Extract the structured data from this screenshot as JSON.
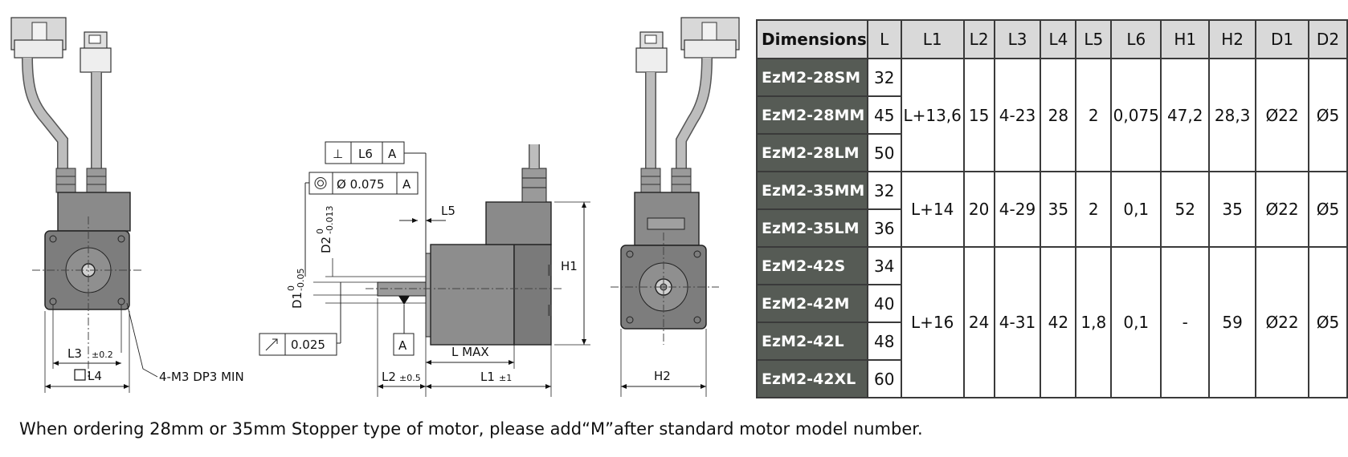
{
  "drawing": {
    "left_labels": {
      "l3": "L3",
      "l3_tol": "±0.2",
      "l4": "L4",
      "screw_note": "4-M3 DP3 MIN"
    },
    "side_labels": {
      "perp_symbol": "⊥",
      "perp_ref": "L6",
      "perp_datum": "A",
      "conc_value": "Ø 0.075",
      "conc_datum": "A",
      "l5": "L5",
      "d2": "D2",
      "d2_upper": "0",
      "d2_lower": "-0.013",
      "d1": "D1",
      "d1_upper": "0",
      "d1_lower": "-0.05",
      "runout_value": "0.025",
      "datum_a": "A",
      "h1": "H1",
      "lmax": "L MAX",
      "l2": "L2",
      "l2_tol": "±0.5",
      "l1": "L1",
      "l1_tol": "±1"
    },
    "right_labels": {
      "h2": "H2"
    }
  },
  "table": {
    "headers": [
      "Dimensions",
      "L",
      "L1",
      "L2",
      "L3",
      "L4",
      "L5",
      "L6",
      "H1",
      "H2",
      "D1",
      "D2"
    ],
    "groups": [
      {
        "models": [
          [
            "EzM2-28SM",
            "32"
          ],
          [
            "EzM2-28MM",
            "45"
          ],
          [
            "EzM2-28LM",
            "50"
          ]
        ],
        "values": [
          "L+13,6",
          "15",
          "4-23",
          "28",
          "2",
          "0,075",
          "47,2",
          "28,3",
          "Ø22",
          "Ø5"
        ]
      },
      {
        "models": [
          [
            "EzM2-35MM",
            "32"
          ],
          [
            "EzM2-35LM",
            "36"
          ]
        ],
        "values": [
          "L+14",
          "20",
          "4-29",
          "35",
          "2",
          "0,1",
          "52",
          "35",
          "Ø22",
          "Ø5"
        ]
      },
      {
        "models": [
          [
            "EzM2-42S",
            "34"
          ],
          [
            "EzM2-42M",
            "40"
          ],
          [
            "EzM2-42L",
            "48"
          ],
          [
            "EzM2-42XL",
            "60"
          ]
        ],
        "values": [
          "L+16",
          "24",
          "4-31",
          "42",
          "1,8",
          "0,1",
          "-",
          "59",
          "Ø22",
          "Ø5"
        ]
      }
    ]
  },
  "footnote": "When ordering 28mm or 35mm Stopper type of motor, please add“M”after standard motor model number."
}
